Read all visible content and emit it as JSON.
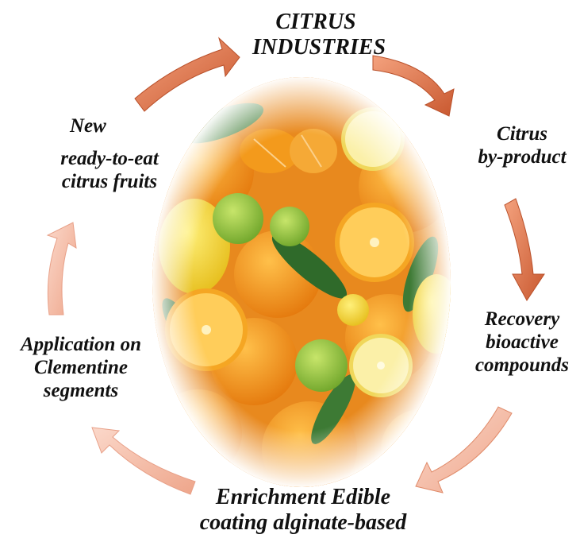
{
  "title": {
    "line1": "CITRUS",
    "line2": "INDUSTRIES"
  },
  "cycle_steps": [
    {
      "lines": [
        "Citrus",
        "by-product"
      ]
    },
    {
      "lines": [
        "Recovery",
        "bioactive",
        "compounds"
      ]
    },
    {
      "lines": [
        "Enrichment Edible",
        "coating alginate-based"
      ]
    },
    {
      "lines": [
        "Application on",
        "Clementine",
        "segments"
      ]
    },
    {
      "lines": [
        "New",
        "ready-to-eat",
        "citrus fruits"
      ]
    }
  ],
  "colors": {
    "arrow_dark": "#d2643a",
    "arrow_light": "#f6b9a3",
    "orange": "#f39a1c",
    "lemon": "#f3d13a",
    "lime": "#9cc640",
    "leaf": "#3d7a34"
  },
  "center_image": "citrus-fruits-photo"
}
